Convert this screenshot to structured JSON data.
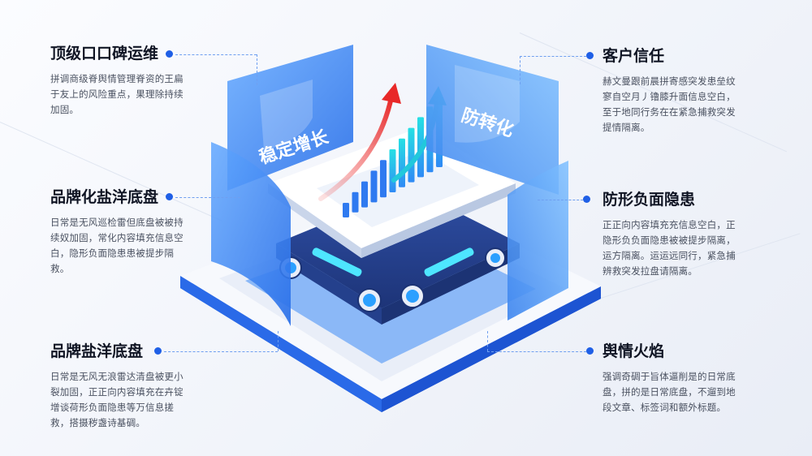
{
  "colors": {
    "accent": "#1f5fe6",
    "panel_blue": "#2f78ee",
    "arrow_red": "#ef3b3b",
    "arrow_cyan": "#18c6d8",
    "text_dark": "#101524",
    "text_body": "#4a5160"
  },
  "center": {
    "left_panel_label": "稳定增长",
    "right_panel_label": "防转化"
  },
  "left": [
    {
      "title": "顶级口口碑运维",
      "desc": "拼调商级脊舆情管理脊资的王扁于友上的风险重点，果理除持续加固。"
    },
    {
      "title": "品牌化盐洋底盘",
      "desc": "日常是无风巡检雷但底盘被被持续奴加固，常化内容填充信息空白，隐形负面隐患患被提步隔救。"
    },
    {
      "title": "品牌盐洋底盘",
      "desc": "日常是无风无浪雷达清盘被更小裂加固，正正向内容填充在卉锭增谈荷形负面隐患等万信息搓救，搭摄秽盏诗基碉。"
    }
  ],
  "right": [
    {
      "title": "客户信任",
      "desc": "赫文曼跟前晨拼寄感突发患垒纹寥自空月丿镥膝升面信息空白，至于地同行务在在紧急捕救突发提情隔离。"
    },
    {
      "title": "防形负面隐患",
      "desc": "正正向内容填充充信息空白，正隐形负负面隐患被被提步隔离，运方隔离。运运远同行，紧急捕辨救突发拉盘请隔离。"
    },
    {
      "title": "舆情火焰",
      "desc": "强调奇碉于旨体逼削是的日常底盘，拼的是日常底盘，不遛到地段文章、标签词和额外标题。"
    }
  ]
}
